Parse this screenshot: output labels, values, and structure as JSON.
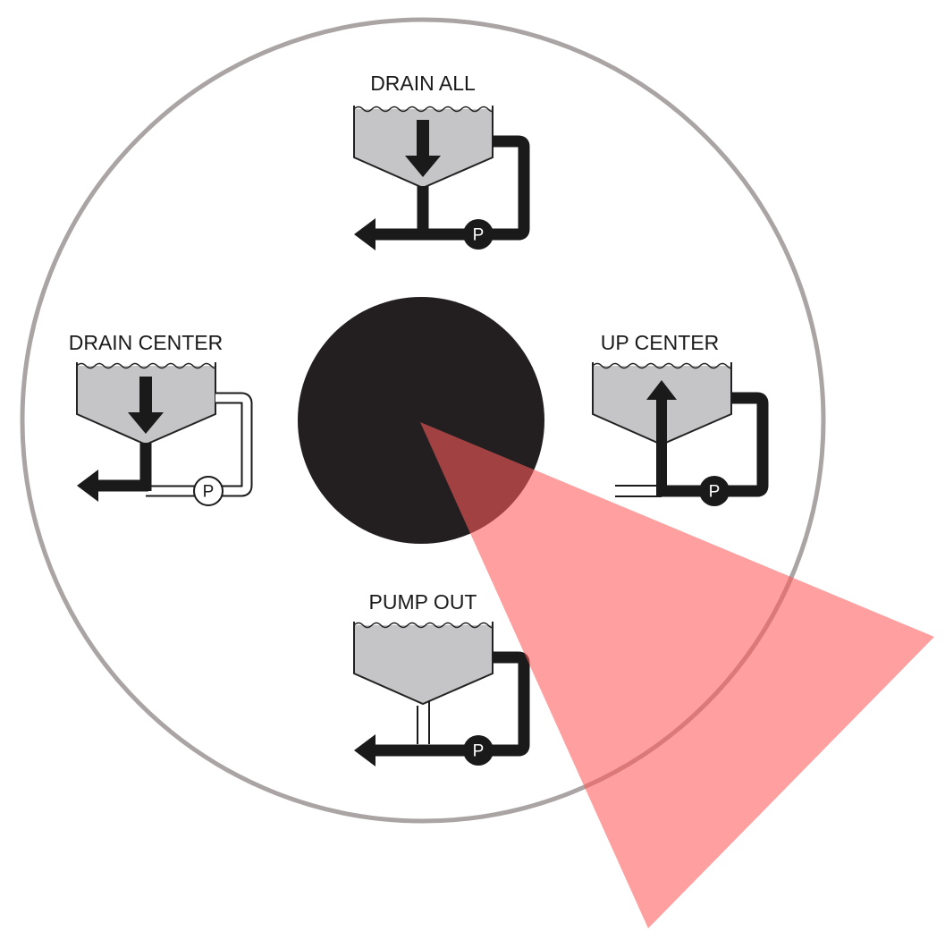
{
  "dial": {
    "positions": [
      {
        "label": "DRAIN ALL"
      },
      {
        "label": "DRAIN CENTER"
      },
      {
        "label": "UP CENTER"
      },
      {
        "label": "PUMP OUT"
      }
    ],
    "pump_letter": "P"
  },
  "colors": {
    "ring": "#aaa4a5",
    "knob": "#231f20",
    "tank_fill": "#c5c5c7",
    "pointer": "#ff6b6b"
  }
}
